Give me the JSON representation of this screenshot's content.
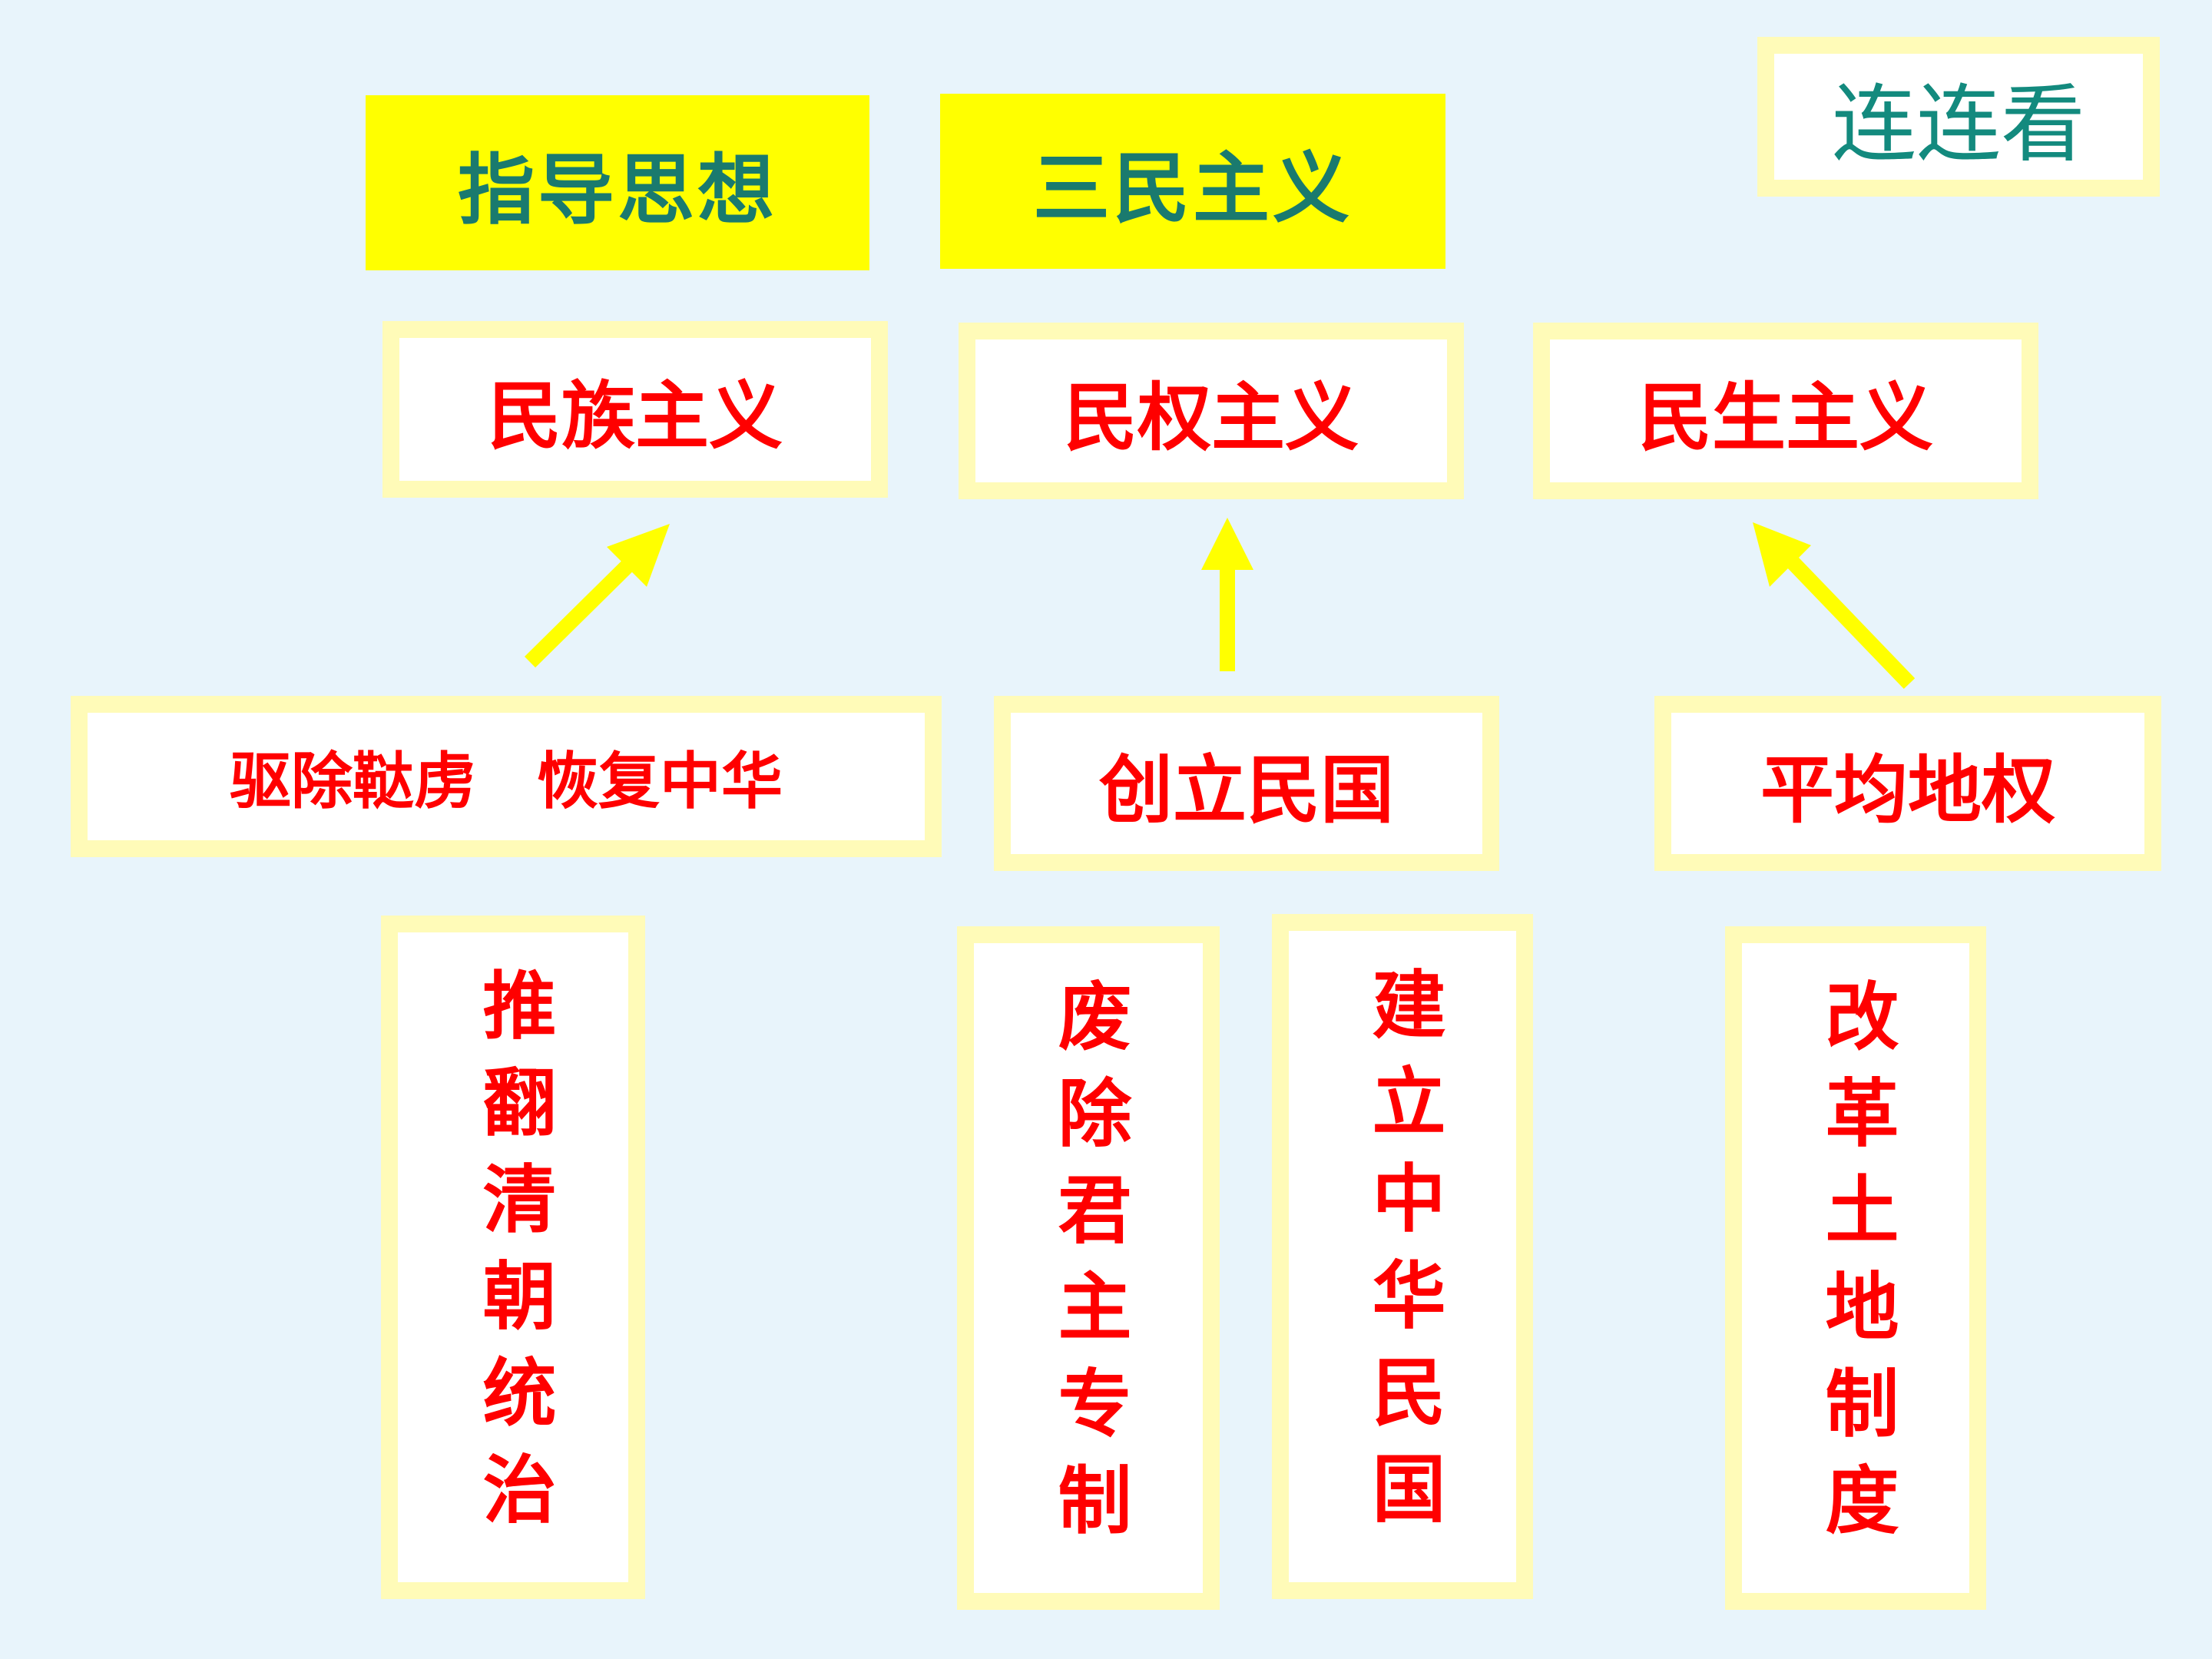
{
  "corner_label": "连连看",
  "header": {
    "guiding_label": "指导思想",
    "doctrine": "三民主义"
  },
  "principles": [
    {
      "label": "民族主义"
    },
    {
      "label": "民权主义"
    },
    {
      "label": "民生主义"
    }
  ],
  "slogans": [
    {
      "label": "驱除鞑虏　恢复中华"
    },
    {
      "label": "创立民国"
    },
    {
      "label": "平均地权"
    }
  ],
  "goals": [
    {
      "label": "推翻清朝统治"
    },
    {
      "label": "废除君主专制"
    },
    {
      "label": "建立中华民国"
    },
    {
      "label": "改革土地制度"
    }
  ],
  "colors": {
    "background": "#e8f4fb",
    "header_fill": "#ffff00",
    "header_text": "#1a7a6e",
    "frame": "#fffbb8",
    "red_text": "#ff0000",
    "arrow": "#ffff00"
  }
}
